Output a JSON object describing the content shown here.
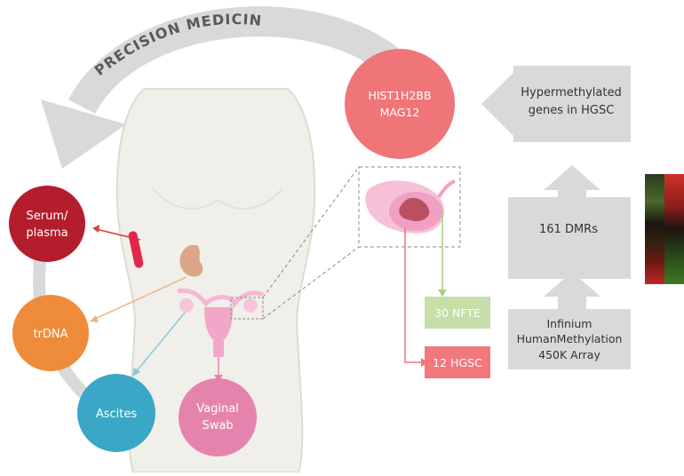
{
  "arc_title": "PRECISION MEDICINE",
  "samples": [
    {
      "label_lines": [
        "Serum/",
        "plasma"
      ],
      "color": "#b41e2c"
    },
    {
      "label_lines": [
        "trDNA"
      ],
      "color": "#ef8c3c"
    },
    {
      "label_lines": [
        "Ascites"
      ],
      "color": "#3aa7c6"
    },
    {
      "label_lines": [
        "Vaginal",
        "Swab"
      ],
      "color": "#e683ad"
    }
  ],
  "gene_circle": {
    "line1": "HIST1H2BB",
    "line2": "MAG12",
    "color": "#ef7579"
  },
  "pipeline": {
    "top": [
      "Hypermethylated",
      "genes in HGSC"
    ],
    "middle": "161 DMRs",
    "bottom": [
      "Infinium",
      "HumanMethylation",
      "450K Array"
    ]
  },
  "groups": {
    "nfte": {
      "label": "30 NFTE",
      "color": "#c6deaa"
    },
    "hgsc": {
      "label": "12 HGSC",
      "color": "#f3787d"
    }
  }
}
